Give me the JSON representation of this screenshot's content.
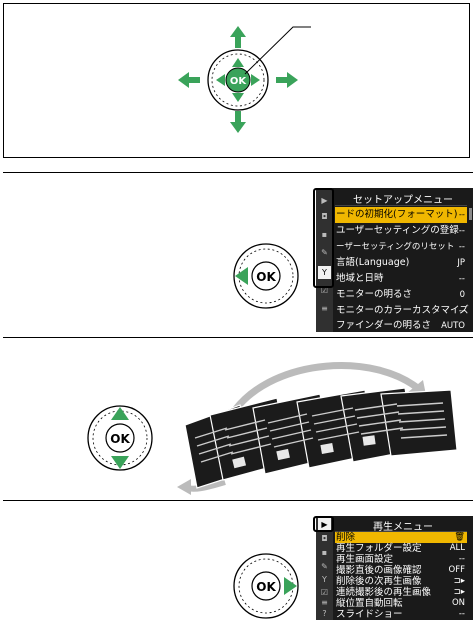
{
  "ok_label": "OK",
  "setup_menu": {
    "title": "セットアップメニュー",
    "items": [
      {
        "label": "ードの初期化(フォーマット)",
        "value": "--"
      },
      {
        "label": "ユーザーセッティングの登録",
        "value": "--"
      },
      {
        "label": "ーザーセッティングのリセット",
        "value": "--"
      },
      {
        "label": "言語(Language)",
        "value": "JP"
      },
      {
        "label": "地域と日時",
        "value": "--"
      },
      {
        "label": "モニターの明るさ",
        "value": "0"
      },
      {
        "label": "モニターのカラーカスタマイズ",
        "value": "--"
      },
      {
        "label": "ファインダーの明るさ",
        "value": "AUTO"
      }
    ]
  },
  "playback_menu": {
    "title": "再生メニュー",
    "items": [
      {
        "label": "削除",
        "value": "🗑",
        "highlight": true
      },
      {
        "label": "再生フォルダー設定",
        "value": "ALL"
      },
      {
        "label": "再生画面設定",
        "value": "--"
      },
      {
        "label": "撮影直後の画像確認",
        "value": "OFF"
      },
      {
        "label": "削除後の次再生画像",
        "value": "⊐▸"
      },
      {
        "label": "連続撮影後の再生画像",
        "value": "⊐▸"
      },
      {
        "label": "縦位置自動回転",
        "value": "ON"
      },
      {
        "label": "スライドショー",
        "value": "--"
      }
    ]
  },
  "menu_tabs": {
    "playback": "▶",
    "photo": "◘",
    "movie": "▪",
    "custom": "✎",
    "setup": "Y",
    "retouch": "☑",
    "mymenu": "≡",
    "help": "?"
  },
  "colors": {
    "arrow_green": "#3aa35a",
    "screen_bg": "#1a1a1a",
    "highlight": "#f0b700"
  }
}
